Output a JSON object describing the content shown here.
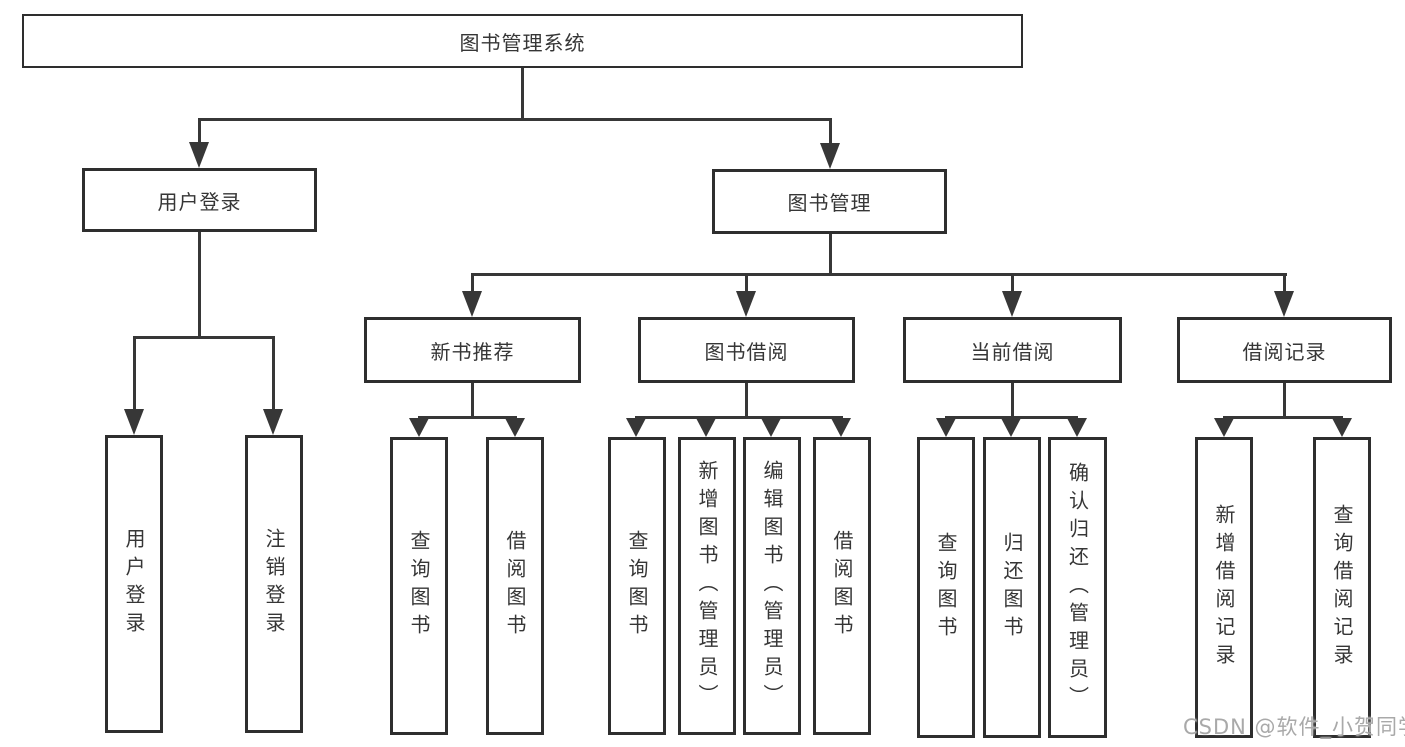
{
  "diagram_title": "图书管理系统",
  "watermark": "CSDN @软件_小贺同学",
  "colors": {
    "line": "#373737",
    "box_border": "#2e2e2e",
    "text": "#363636",
    "watermark": "#a9a9a9",
    "background": "#ffffff"
  },
  "tree": {
    "root": "图书管理系统",
    "branches": [
      {
        "label": "用户登录",
        "leaves": [
          "用户登录",
          "注销登录"
        ]
      },
      {
        "label": "图书管理",
        "sections": [
          {
            "label": "新书推荐",
            "leaves": [
              "查询图书",
              "借阅图书"
            ]
          },
          {
            "label": "图书借阅",
            "leaves": [
              "查询图书",
              "新增图书（管理员）",
              "编辑图书（管理员）",
              "借阅图书"
            ]
          },
          {
            "label": "当前借阅",
            "leaves": [
              "查询图书",
              "归还图书",
              "确认归还（管理员）"
            ]
          },
          {
            "label": "借阅记录",
            "leaves": [
              "新增借阅记录",
              "查询借阅记录"
            ]
          }
        ]
      }
    ]
  }
}
